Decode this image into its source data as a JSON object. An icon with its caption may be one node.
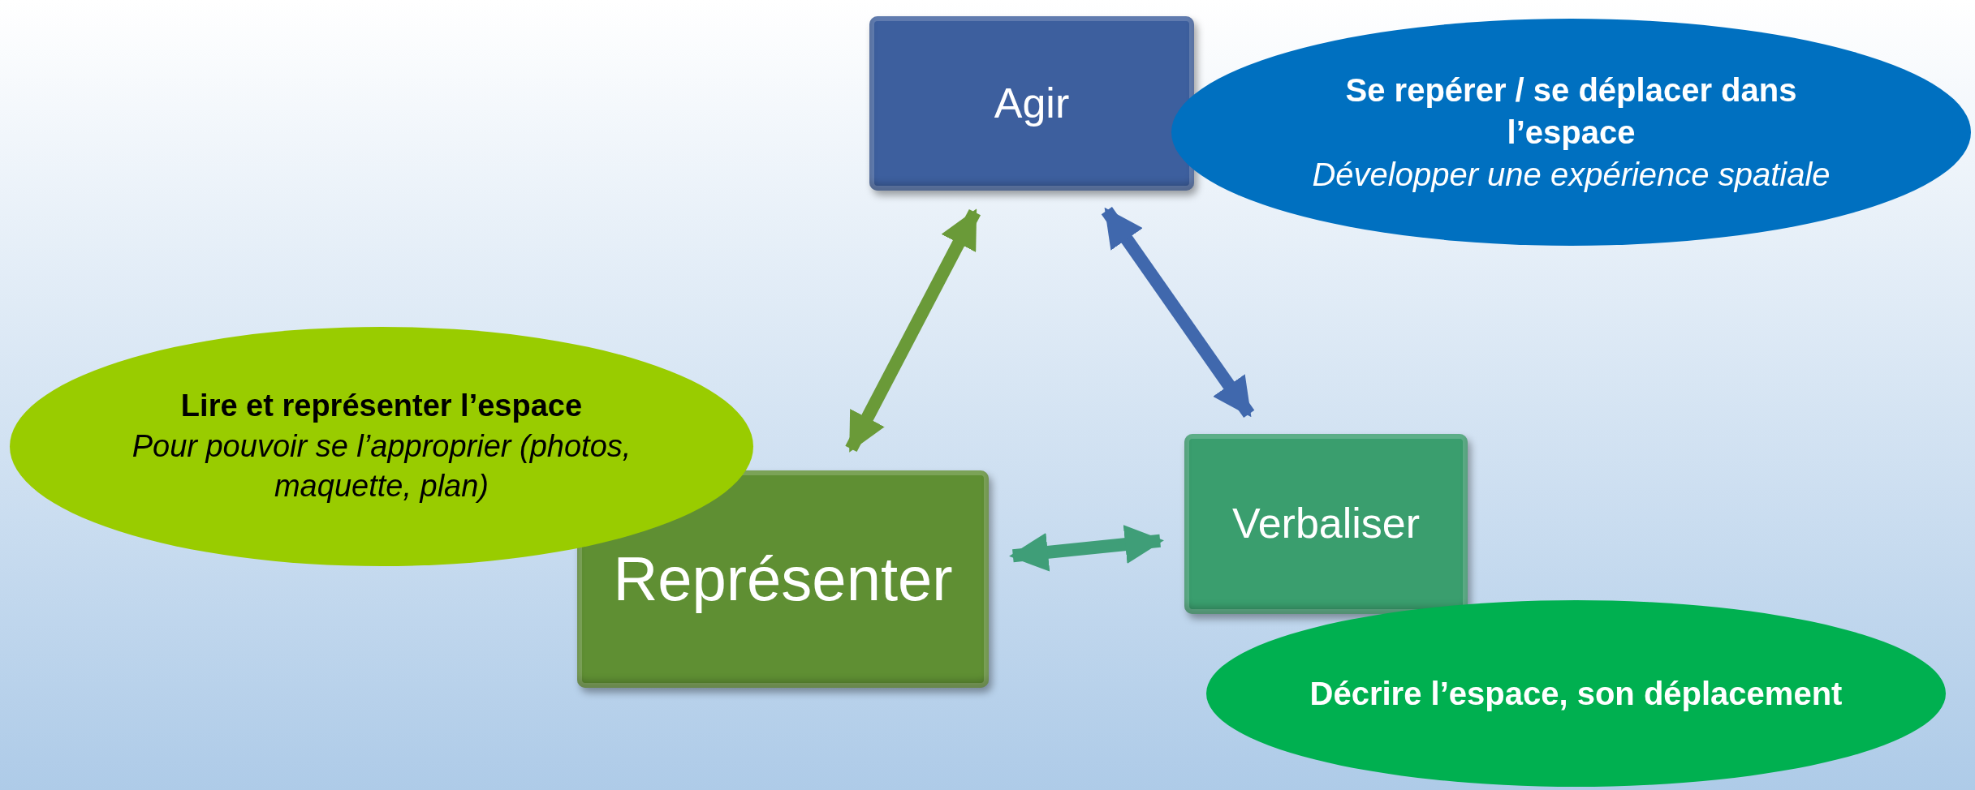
{
  "diagram": {
    "nodes": [
      {
        "text": [
          "Agir"
        ]
      },
      {
        "text": [
          "Se repérer / se déplacer dans l’espace",
          "Développer une expérience spatiale"
        ]
      },
      {
        "text": [
          "Lire et représenter l’espace",
          "Pour pouvoir se l’approprier (photos, maquette, plan)"
        ]
      },
      {
        "text": [
          "Représenter"
        ]
      },
      {
        "text": [
          "Verbaliser"
        ]
      },
      {
        "text": [
          "Décrire l’espace, son déplacement"
        ]
      }
    ],
    "edges": [
      {
        "from": 3,
        "to": 0,
        "arrow": "both",
        "color": "#6a9a38"
      },
      {
        "from": 0,
        "to": 4,
        "arrow": "both",
        "color": "#4068ad"
      },
      {
        "from": 3,
        "to": 4,
        "arrow": "both",
        "color": "#3f9e78"
      }
    ]
  }
}
